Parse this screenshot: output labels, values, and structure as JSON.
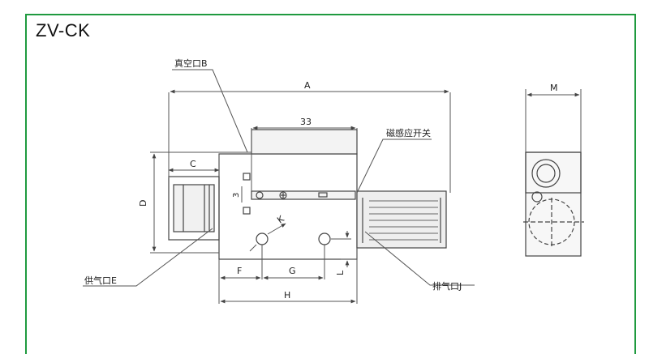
{
  "title": "ZV-CK",
  "labels": {
    "vacuum_port": "真空口B",
    "magnetic_switch": "磁感应开关",
    "supply_port": "供气口E",
    "exhaust_port": "排气口J",
    "dim_a": "A",
    "dim_33": "33",
    "dim_c": "C",
    "dim_d": "D",
    "dim_3": "3",
    "dim_k": "K",
    "dim_f": "F",
    "dim_g": "G",
    "dim_h": "H",
    "dim_l": "L",
    "dim_m": "M"
  },
  "colors": {
    "frame": "#1f9a3f",
    "line": "#444444",
    "dim": "#555555"
  }
}
